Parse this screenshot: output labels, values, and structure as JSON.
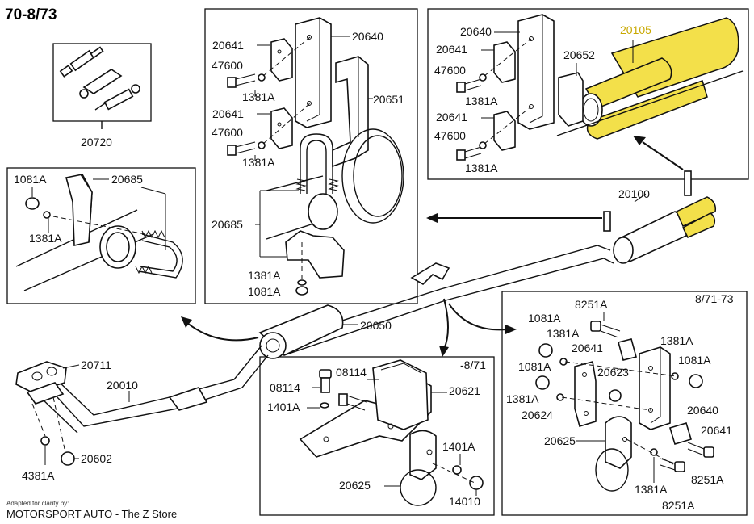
{
  "title": "70-8/73",
  "credit": {
    "small": "Adapted for clarity by:",
    "big": "MOTORSPORT AUTO - The Z Store"
  },
  "highlight_color": "#f3e04a",
  "boxes": {
    "kit": {
      "part": "20720"
    },
    "clamp": {
      "p1": "1081A",
      "p2": "20685",
      "p3": "1381A"
    },
    "hanger": {
      "p1": "20641",
      "p2": "20640",
      "p3": "47600",
      "p4": "1381A",
      "p5": "20651",
      "p6": "20641",
      "p7": "47600",
      "p8": "1381A",
      "p9": "20685",
      "p10": "1381A",
      "p11": "1081A"
    },
    "tail": {
      "p1": "20640",
      "p2": "20641",
      "p3": "20652",
      "p4": "47600",
      "p5": "1381A",
      "p6": "20641",
      "p7": "47600",
      "p8": "1381A",
      "p9": "20105"
    },
    "early": {
      "period": "-8/71",
      "p1": "08114",
      "p2": "08114",
      "p3": "20621",
      "p4": "1401A",
      "p5": "1401A",
      "p6": "20625",
      "p7": "14010"
    },
    "late": {
      "period": "8/71-73",
      "p1": "8251A",
      "p2": "1081A",
      "p3": "1381A",
      "p4": "1381A",
      "p5": "20641",
      "p6": "1081A",
      "p7": "1081A",
      "p8": "20623",
      "p9": "1381A",
      "p10": "20640",
      "p11": "20624",
      "p12": "20641",
      "p13": "20625",
      "p14": "1381A",
      "p15": "8251A",
      "p16": "8251A"
    }
  },
  "main": {
    "p1": "20100",
    "p2": "20050",
    "p3": "20711",
    "p4": "20010",
    "p5": "20602",
    "p6": "4381A"
  }
}
